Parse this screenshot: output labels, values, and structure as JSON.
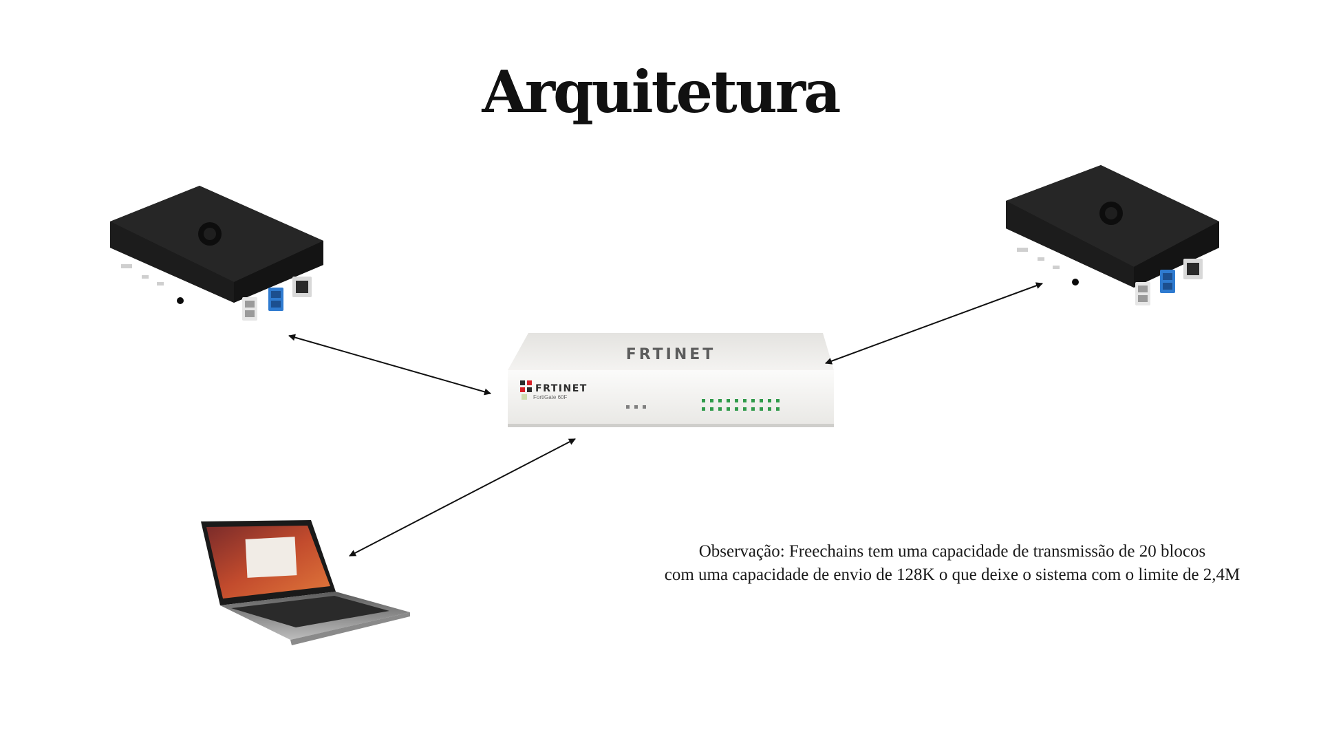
{
  "slide": {
    "title": "Arquitetura"
  },
  "devices": {
    "firewall": {
      "brand": "FRTINET",
      "model": "FortiGate 60F"
    }
  },
  "note": {
    "line1": "Observação: Freechains tem uma capacidade de transmissão de 20 blocos",
    "line2": "com uma capacidade de envio de 128K o que deixe o sistema com o limite de 2,4M"
  },
  "colors": {
    "case": "#1b1b1b",
    "case_top": "#232323",
    "firewall_body": "#f2f1ef",
    "usb_blue": "#2f7bd0",
    "led_green": "#2f9a4a",
    "fortinet_red": "#d81f26",
    "arrow": "#111111"
  },
  "icons": [
    "raspberry-pi-icon",
    "laptop-icon",
    "firewall-icon",
    "arrow-icon"
  ]
}
